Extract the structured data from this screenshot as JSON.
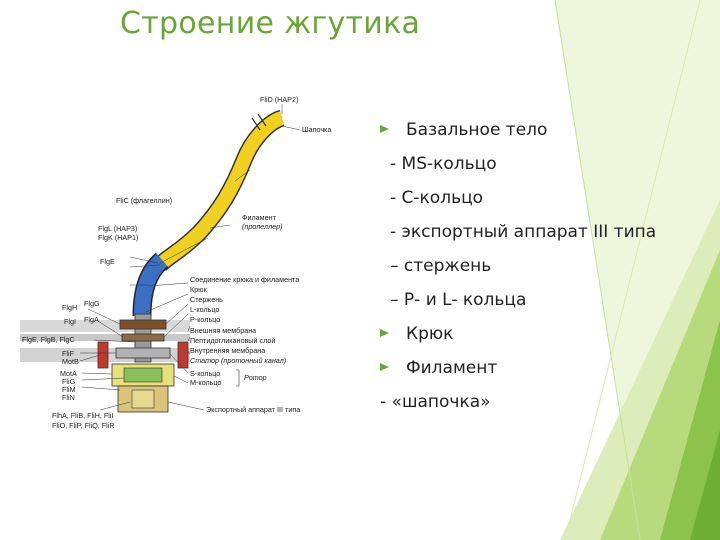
{
  "slide": {
    "title": "Строение жгутика",
    "bullets": [
      {
        "text": "Базальное тело",
        "marker": true
      },
      {
        "text": "- MS-кольцо",
        "marker": false
      },
      {
        "text": "- С-кольцо",
        "marker": false
      },
      {
        "text": "- экспортный аппарат III типа",
        "marker": false
      },
      {
        "text": "– стержень",
        "marker": false
      },
      {
        "text": "– Р- и L- кольца",
        "marker": false
      },
      {
        "text": "Крюк",
        "marker": true
      },
      {
        "text": "Филамент",
        "marker": true
      },
      {
        "text": "- «шапочка»",
        "marker": false
      }
    ]
  },
  "figure": {
    "left_labels": {
      "flid": "FliD (HAP2)",
      "flic": "FliC (флагеллин)",
      "flgl": "FlgL (HAP3)",
      "flgk": "FlgK (HAP1)",
      "flge": "FlgE",
      "flgh": "FlgH",
      "flgg": "FlgG",
      "flgi": "FlgI",
      "flga": "FlgA",
      "flgbfc": "FlgE, FlgB, FlgC",
      "flif": "FliF",
      "motb": "MotB",
      "mota": "MotA",
      "flig": "FliG",
      "flim": "FliM",
      "flin": "FliN",
      "fli1": "FlhA, FliB, FliH, FliI",
      "fli2": "FliO, FliP, FliQ, FliR"
    },
    "right_labels": {
      "cap": "Шапочка",
      "filament1": "Филамент",
      "filament2": "(пропеллер)",
      "junction": "Соединение крюка и филамента",
      "hook": "Крюк",
      "rod": "Стержень",
      "lring": "L-кольцо",
      "pring": "P-кольцо",
      "outer": "Внешняя мембрана",
      "peptido": "Пептидогликановый слой",
      "inner": "Внутренняя мембрана",
      "stator": "Статор (протонный канал)",
      "sring": "S-кольцо",
      "mring": "M-кольцо",
      "rotor": "Ротор",
      "export": "Экспортный аппарат III типа"
    }
  },
  "colors": {
    "title": "#6aa636",
    "arrow": "#6aa636",
    "filament": "#f0d020",
    "hook": "#3a6fc4",
    "deco_light": "#e6f2c8",
    "deco_mid": "#a9d36b",
    "deco_dark": "#7cb842"
  }
}
